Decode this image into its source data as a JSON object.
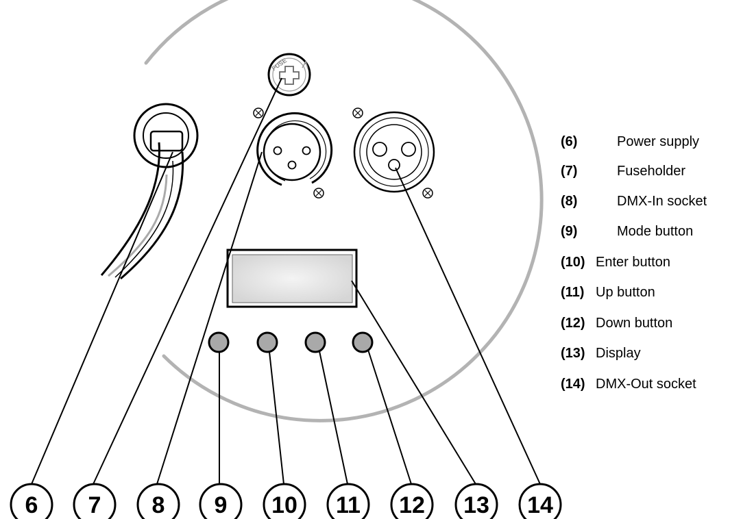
{
  "fuse_label": "FUSE",
  "callouts": [
    "6",
    "7",
    "8",
    "9",
    "10",
    "11",
    "12",
    "13",
    "14"
  ],
  "legend": [
    {
      "num": "(6)",
      "label": "Power supply"
    },
    {
      "num": "(7)",
      "label": "Fuseholder"
    },
    {
      "num": "(8)",
      "label": "DMX-In socket"
    },
    {
      "num": "(9)",
      "label": "Mode button"
    },
    {
      "num": "(10)",
      "label": "Enter button"
    },
    {
      "num": "(11)",
      "label": "Up button"
    },
    {
      "num": "(12)",
      "label": "Down button"
    },
    {
      "num": "(13)",
      "label": "Display"
    },
    {
      "num": "(14)",
      "label": "DMX-Out socket"
    }
  ],
  "colors": {
    "housing_arc": "#b3b3b3",
    "button_fill": "#a9a9a9",
    "display_fill": "#e8e8e8",
    "line": "#000000"
  }
}
